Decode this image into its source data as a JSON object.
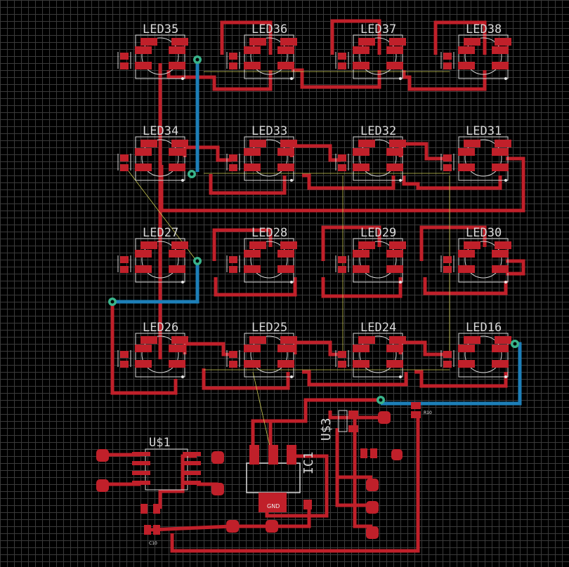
{
  "colors": {
    "background": "#000000",
    "grid": "#3a3a3a",
    "top_copper": "#c0202a",
    "bottom_copper": "#1d7fb8",
    "silkscreen": "#d8d8d8",
    "airwire": "#c8c850",
    "via": "#39b38a"
  },
  "leds": [
    {
      "name": "LED35"
    },
    {
      "name": "LED36"
    },
    {
      "name": "LED37"
    },
    {
      "name": "LED38"
    },
    {
      "name": "LED34"
    },
    {
      "name": "LED33"
    },
    {
      "name": "LED32"
    },
    {
      "name": "LED31"
    },
    {
      "name": "LED27"
    },
    {
      "name": "LED28"
    },
    {
      "name": "LED29"
    },
    {
      "name": "LED30"
    },
    {
      "name": "LED26"
    },
    {
      "name": "LED25"
    },
    {
      "name": "LED24"
    },
    {
      "name": "LED16"
    }
  ],
  "parts": {
    "usb_label": "U$1",
    "us3_label": "U$3",
    "ic_label": "IC1",
    "gnd_label": "GND",
    "c10_label": "C10",
    "r10_label": "R10"
  }
}
